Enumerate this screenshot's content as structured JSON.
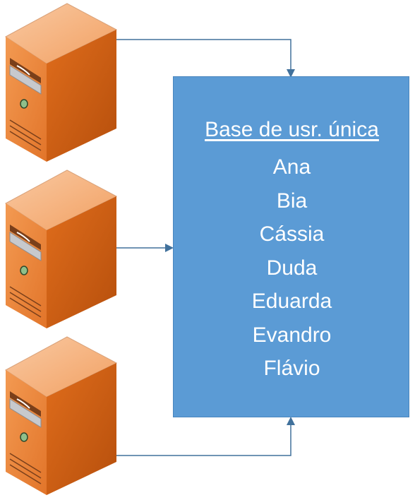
{
  "database": {
    "title": "Base de usr. única",
    "users": [
      "Ana",
      "Bia",
      "Cássia",
      "Duda",
      "Eduarda",
      "Evandro",
      "Flávio"
    ]
  },
  "servers": [
    {
      "icon": "server-icon"
    },
    {
      "icon": "server-icon"
    },
    {
      "icon": "server-icon"
    }
  ],
  "colors": {
    "box_fill": "#5b9bd5",
    "connector": "#41719c",
    "server_front": "#f08a3a",
    "server_side": "#c85a10",
    "server_top": "#f6b585"
  }
}
